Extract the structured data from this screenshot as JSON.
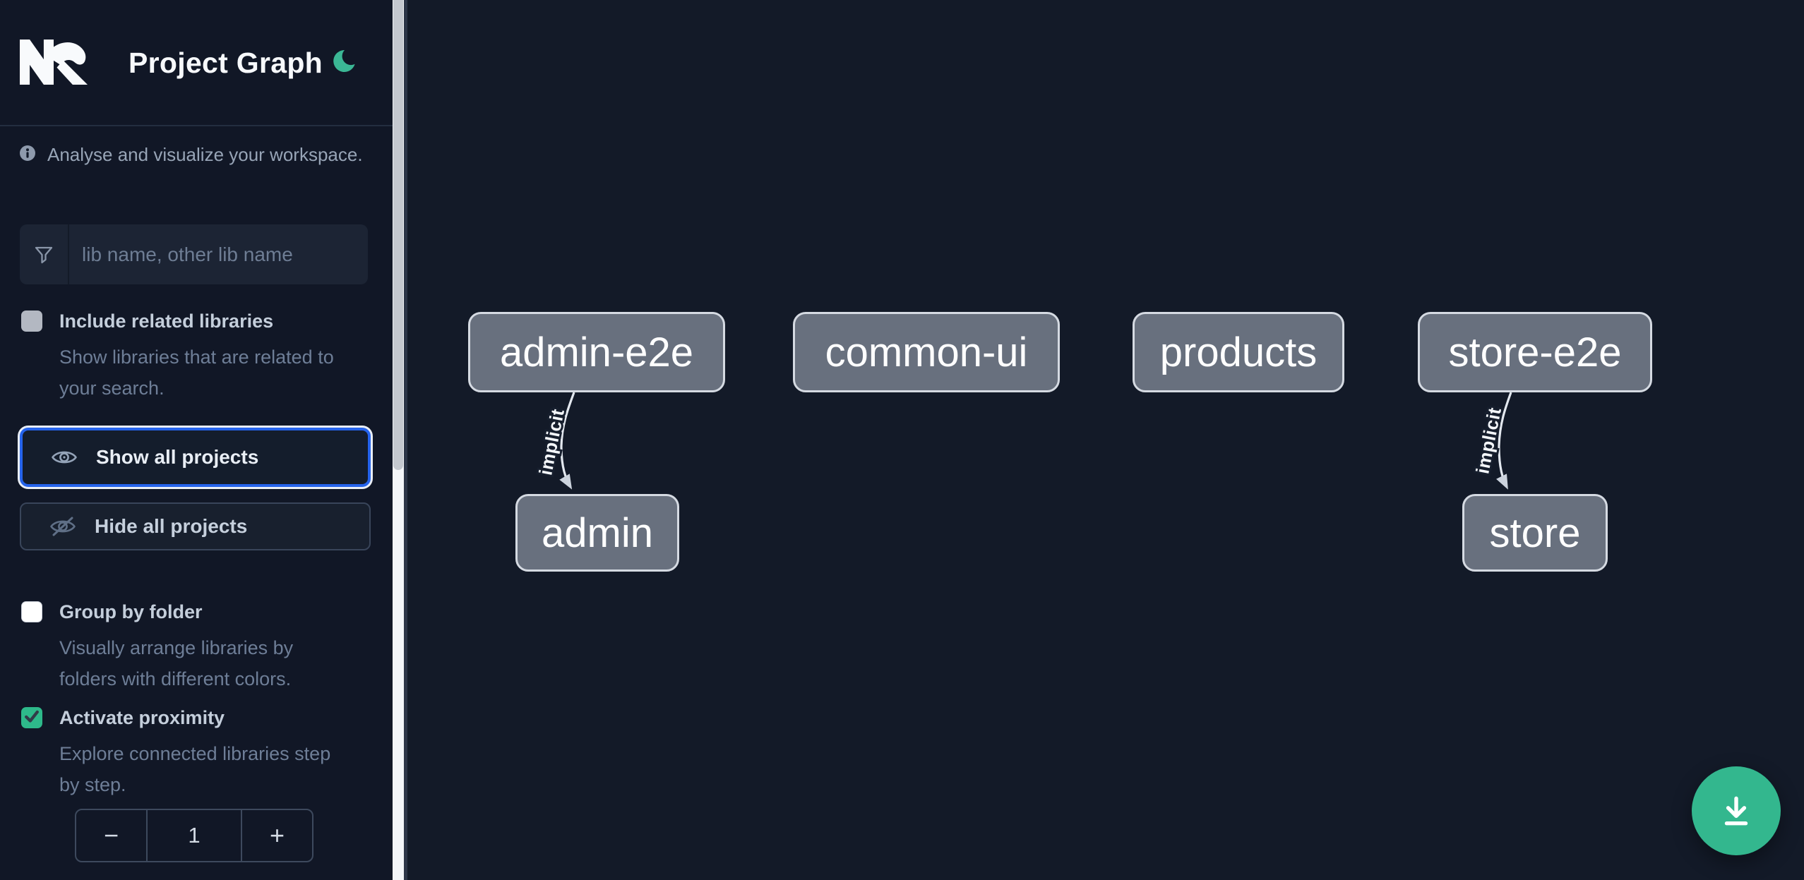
{
  "header": {
    "title": "Project Graph"
  },
  "sidebar": {
    "info_text": "Analyse and visualize your workspace.",
    "search_placeholder": "lib name, other lib name",
    "options": [
      {
        "label": "Include related libraries",
        "desc_line1": "Show libraries that are related to",
        "desc_line2": "your search.",
        "checked": false
      },
      {
        "label": "Group by folder",
        "desc_line1": "Visually arrange libraries by",
        "desc_line2": "folders with different colors.",
        "checked": false
      },
      {
        "label": "Activate proximity",
        "desc_line1": "Explore connected libraries step",
        "desc_line2": "by step.",
        "checked": true
      }
    ],
    "actions": [
      {
        "label": "Show all projects",
        "focused": true
      },
      {
        "label": "Hide all projects",
        "focused": false
      }
    ],
    "stepper": {
      "decrement": "−",
      "value": "1",
      "increment": "+"
    }
  },
  "graph": {
    "nodes": [
      {
        "label": "admin-e2e"
      },
      {
        "label": "common-ui"
      },
      {
        "label": "products"
      },
      {
        "label": "store-e2e"
      },
      {
        "label": "admin"
      },
      {
        "label": "store"
      }
    ],
    "edges": [
      {
        "from": "admin-e2e",
        "to": "admin",
        "label": "implicit"
      },
      {
        "from": "store-e2e",
        "to": "store",
        "label": "implicit"
      }
    ]
  },
  "colors": {
    "accent_green": "#33b78e",
    "focus_blue": "#2563eb",
    "node_fill": "#68707e",
    "node_border": "#d5dae2",
    "sidebar_bg": "#111726",
    "canvas_bg": "#131a28"
  }
}
